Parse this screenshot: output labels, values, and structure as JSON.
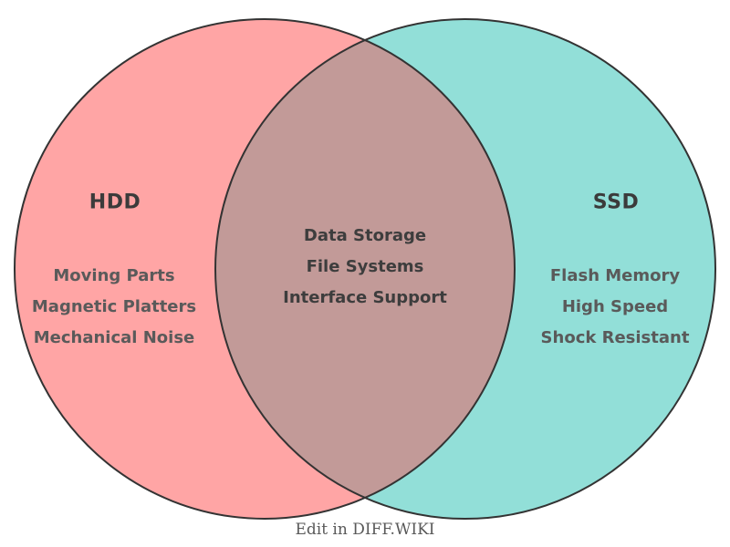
{
  "diagram": {
    "type": "venn",
    "left": {
      "title": "HDD",
      "items": [
        "Moving Parts",
        "Magnetic Platters",
        "Mechanical Noise"
      ],
      "color": "#FFA5A5"
    },
    "right": {
      "title": "SSD",
      "items": [
        "Flash Memory",
        "High Speed",
        "Shock Resistant"
      ],
      "color": "#92DFD8"
    },
    "overlap": {
      "items": [
        "Data Storage",
        "File Systems",
        "Interface Support"
      ],
      "color": "#C29A98"
    },
    "outline_color": "#333333"
  },
  "footer": {
    "caption": "Edit in DIFF.WIKI"
  }
}
